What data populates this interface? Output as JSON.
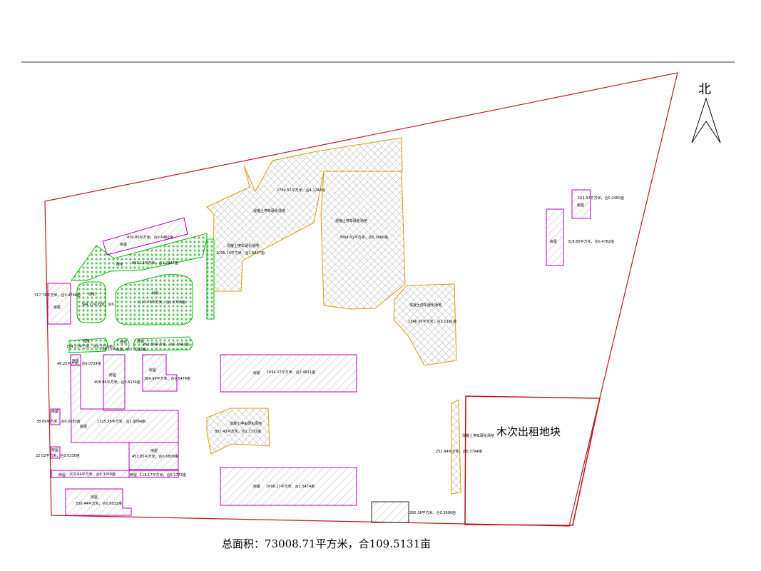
{
  "north": "北",
  "rental_block_label": "木次出租地块",
  "total_area": "总面积：73008.71平方米，合109.5131亩",
  "colors": {
    "boundary": "#c0191b",
    "building": "#b400b4",
    "concrete": "#d8a000",
    "green": "#00bb00",
    "green_fill": "#b9f0b9",
    "dark_line": "#222222"
  },
  "labels": {
    "concrete_a_name": "混凝土停车硬化场地",
    "concrete_a_area": "2749.57平方米，合4.1244亩",
    "concrete_b_name": "混凝土停车硬化场地",
    "concrete_b_area": "1095.14平方米，合1.6427亩",
    "concrete_c_name": "混凝土停车硬化场地",
    "concrete_c_area": "3564.01平方米，合5.3460亩",
    "concrete_d_name": "混凝土停车硬化场地",
    "concrete_d_area": "1346.07平方米，合2.0191亩",
    "concrete_e_name": "混凝土停车硬化场地",
    "concrete_e_area": "851.43平方米，合1.2772亩",
    "concrete_f_name": "混凝土停车硬化场地",
    "concrete_f_area": "252.94平方米，合0.3794亩",
    "bld_top_area": "430.80平方米，合0.6462亩",
    "bld_top_name": "房屋",
    "green_strip_name": "绿化",
    "green_strip_area": "863.12平方米，合1.2947亩",
    "bld_left_area": "317.76平方米，合0.4766亩",
    "bld_left_name": "房屋",
    "green_small_name": "绿化",
    "green_small_area": "344.22平方米，合0.5163亩",
    "green_big_name": "绿化",
    "green_big_area": "1113.76平方米，合1.6706亩",
    "green_row_a_name": "绿化",
    "green_row_a_area": "154.23平方米，合0.2313亩",
    "green_row_b_name": "绿化",
    "green_row_b_area": "53.15平方米，合0.0797亩",
    "green_row_c_name": "绿化",
    "green_row_c_area": "262.80平方米，合0.3942亩",
    "bld_4825_area": "48.25平方米，合0.0724亩",
    "bld_4825_name": "房屋",
    "bld_408_name": "房屋",
    "bld_408_area": "408.96平方米，合0.6134亩",
    "bld_364_name": "房屋",
    "bld_364_area": "364.99平方米，合0.5474亩",
    "bld_mid_name": "房屋",
    "bld_mid_area": "1654.07平方米，合2.4811亩",
    "bld_3869_area": "38.69平方米，合0.0583亩",
    "bld_3869_name": "房屋",
    "bld_L_name": "房屋",
    "bld_L_area": "1325.58平方米，合1.9884亩",
    "bld_2202_area": "22.02平方米，合0.0330亩",
    "bld_2202_name": "房屋",
    "bld_453_name": "房屋",
    "bld_453_area": "453.85平方米，合0.6808亩",
    "bld_203_name": "房屋",
    "bld_203_area": "203.84平方米，合0.3058亩",
    "bld_118_name": "房屋",
    "bld_118_area": "118.17平方米，合0.1773亩",
    "bld_low_name": "房屋",
    "bld_low_area": "1698.27平方米，合2.5474亩",
    "bld_538_name": "房屋",
    "bld_538_area": "538.44平方米，合0.8032亩",
    "bld_266_area": "266.38平方米，合0.3996亩",
    "bld_right_small_name": "房屋",
    "bld_right_small_area": "163.32平方米，合0.2450亩",
    "bld_right_tall_name": "房屋",
    "bld_right_tall_area": "318.80平方米，合0.4782亩"
  }
}
